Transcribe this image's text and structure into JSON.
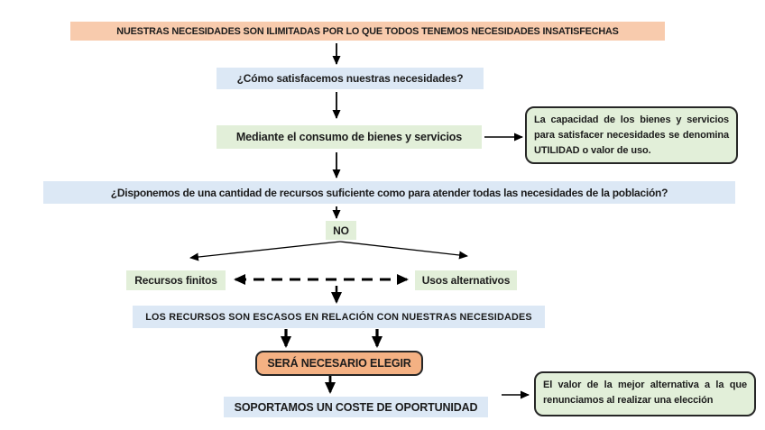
{
  "diagram": {
    "title_box": "NUESTRAS NECESIDADES SON ILIMITADAS POR LO QUE TODOS TENEMOS NECESIDADES INSATISFECHAS",
    "q_satisfacemos": "¿Cómo satisfacemos nuestras necesidades?",
    "consumo": "Mediante el consumo de bienes y servicios",
    "utilidad_note": "La capacidad de los bienes y servicios para satisfacer necesidades se denomina UTILIDAD o valor de uso.",
    "q_recursos": "¿Disponemos de una cantidad de recursos suficiente como para atender todas las necesidades de la población?",
    "no_label": "NO",
    "recursos_finitos": "Recursos finitos",
    "usos_alternativos": "Usos alternativos",
    "escasez": "LOS RECURSOS SON ESCASOS EN RELACIÓN CON NUESTRAS NECESIDADES",
    "elegir": "SERÁ NECESARIO ELEGIR",
    "coste": "SOPORTAMOS UN COSTE DE OPORTUNIDAD",
    "coste_note": "El valor de la mejor alternativa a la que renunciamos al realizar una elección"
  },
  "colors": {
    "peach": "#F8CBAD",
    "orange": "#F4B183",
    "light_blue": "#DCE8F5",
    "light_green": "#E2EFD9",
    "border_dark": "#262626",
    "arrow": "#000000"
  }
}
